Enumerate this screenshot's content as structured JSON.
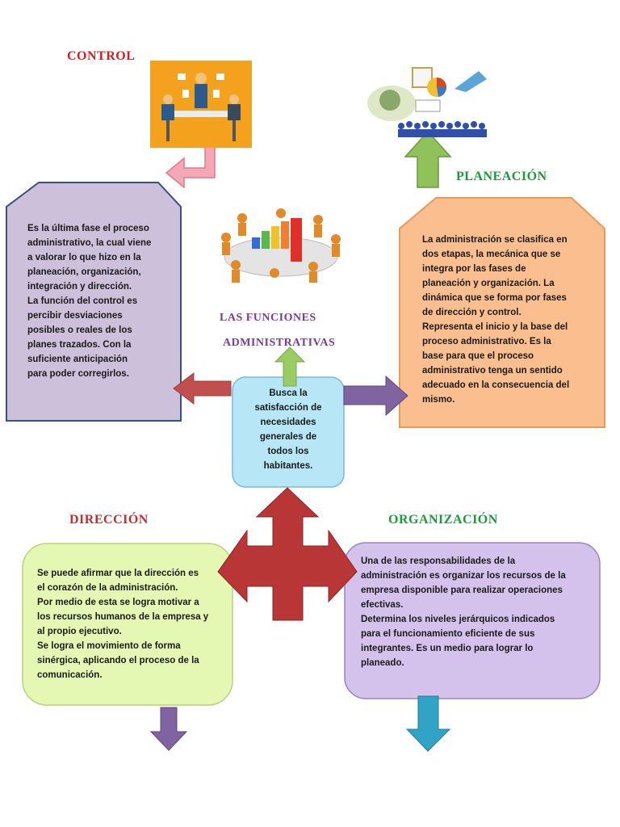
{
  "titles": {
    "control": "CONTROL",
    "planeacion": "PLANEACIÓN",
    "las_funciones": "LAS FUNCIONES",
    "administrativas": "ADMINISTRATIVAS",
    "direccion": "DIRECCIÓN",
    "organizacion": "ORGANIZACIÓN"
  },
  "boxes": {
    "control": [
      "Es la última fase el proceso",
      "administrativo, la cual viene",
      "a valorar lo que hizo en la",
      "planeación, organización,",
      "integración y dirección.",
      "La función del control es",
      "percibir  desviaciones",
      "posibles  o reales  de los",
      "planes trazados. Con la",
      "suficiente anticipación",
      "para poder corregirlos."
    ],
    "planeacion": [
      "La administración se clasifica en",
      "dos etapas, la mecánica  que se",
      "integra por las fases  de",
      "planeación y organización. La",
      "dinámica que se forma por fases",
      "de dirección y control.",
      "Representa el inicio y la base del",
      "proceso administrativo.  Es la",
      "base para que el proceso",
      "administrativo  tenga un sentido",
      "adecuado en la consecuencia del",
      "mismo."
    ],
    "center": [
      "Busca la",
      "satisfacción  de",
      "necesidades",
      "generales  de",
      "todos los",
      "habitantes."
    ],
    "direccion": [
      "Se puede afirmar que la dirección es",
      "el corazón de la administración.",
      "Por medio de esta se logra motivar a",
      "los recursos humanos de la empresa y",
      "al propio ejecutivo.",
      "Se logra el movimiento de forma",
      "sinérgica, aplicando el proceso de la",
      "comunicación."
    ],
    "organizacion": [
      "Una de las responsabilidades de la",
      "administración es organizar los recursos de la",
      "empresa disponible  para realizar operaciones",
      "efectivas.",
      "Determina los niveles jerárquicos indicados",
      "para el funcionamiento eficiente de sus",
      "integrantes.    Es un medio para lograr lo",
      "planeado."
    ]
  },
  "colors": {
    "control_title": "#d21f1f",
    "planeacion_title": "#1a9a3a",
    "funciones_title": "#7a3a9a",
    "direccion_title": "#b83232",
    "organizacion_title": "#1a9a3a",
    "control_box": "#ccc0da",
    "planeacion_box": "#fbbf8f",
    "center_box": "#b7e6f7",
    "direccion_box": "#e4f8b4",
    "organizacion_box": "#d4c2ec",
    "cross_arrow": "#b83636"
  },
  "icons": {
    "control_image": "business-meeting-image",
    "planeacion_image": "planning-collage-image",
    "center_image": "team-chart-image"
  }
}
